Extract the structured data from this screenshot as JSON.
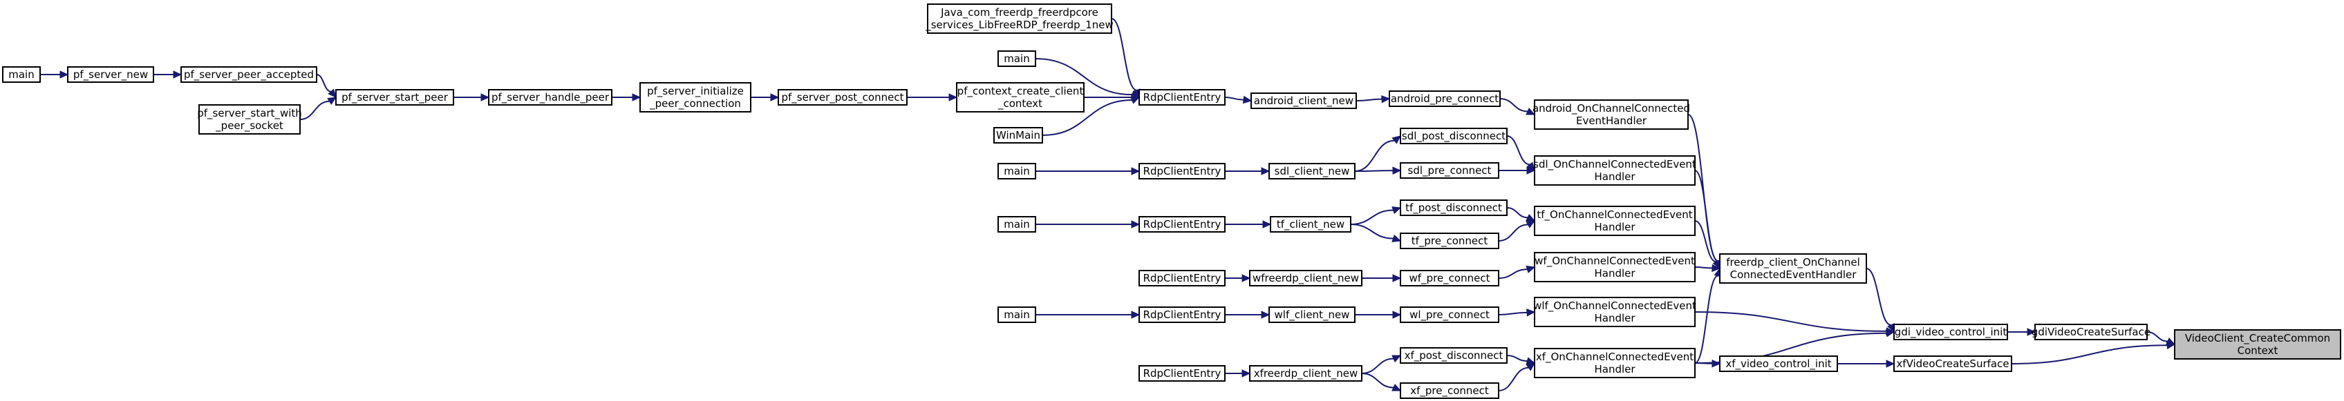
{
  "title": "",
  "nodes": [
    {
      "id": "main_1",
      "lines": [
        "main"
      ]
    },
    {
      "id": "pf_server_new",
      "lines": [
        "pf_server_new"
      ]
    },
    {
      "id": "pf_server_peer_accepted",
      "lines": [
        "pf_server_peer_accepted"
      ]
    },
    {
      "id": "pf_server_start_with_peer_socket",
      "lines": [
        "pf_server_start_with",
        "_peer_socket"
      ]
    },
    {
      "id": "pf_server_start_peer",
      "lines": [
        "pf_server_start_peer"
      ]
    },
    {
      "id": "pf_server_handle_peer",
      "lines": [
        "pf_server_handle_peer"
      ]
    },
    {
      "id": "pf_server_initialize_peer_connection",
      "lines": [
        "pf_server_initialize",
        "_peer_connection"
      ]
    },
    {
      "id": "pf_server_post_connect",
      "lines": [
        "pf_server_post_connect"
      ]
    },
    {
      "id": "jni_freerdp_new",
      "lines": [
        "Java_com_freerdp_freerdpcore",
        "_services_LibFreeRDP_freerdp_1new"
      ]
    },
    {
      "id": "main_2",
      "lines": [
        "main"
      ]
    },
    {
      "id": "pf_context_create_client_context",
      "lines": [
        "pf_context_create_client",
        "_context"
      ]
    },
    {
      "id": "WinMain",
      "lines": [
        "WinMain"
      ]
    },
    {
      "id": "RdpClientEntry_1",
      "lines": [
        "RdpClientEntry"
      ]
    },
    {
      "id": "android_client_new",
      "lines": [
        "android_client_new"
      ]
    },
    {
      "id": "android_pre_connect",
      "lines": [
        "android_pre_connect"
      ]
    },
    {
      "id": "android_OnChannelConnectedEventHandler",
      "lines": [
        "android_OnChannelConnected",
        "EventHandler"
      ]
    },
    {
      "id": "main_3",
      "lines": [
        "main"
      ]
    },
    {
      "id": "RdpClientEntry_2",
      "lines": [
        "RdpClientEntry"
      ]
    },
    {
      "id": "sdl_client_new",
      "lines": [
        "sdl_client_new"
      ]
    },
    {
      "id": "sdl_post_disconnect",
      "lines": [
        "sdl_post_disconnect"
      ]
    },
    {
      "id": "sdl_pre_connect",
      "lines": [
        "sdl_pre_connect"
      ]
    },
    {
      "id": "sdl_OnChannelConnectedEventHandler",
      "lines": [
        "sdl_OnChannelConnectedEvent",
        "Handler"
      ]
    },
    {
      "id": "main_4",
      "lines": [
        "main"
      ]
    },
    {
      "id": "RdpClientEntry_3",
      "lines": [
        "RdpClientEntry"
      ]
    },
    {
      "id": "tf_client_new",
      "lines": [
        "tf_client_new"
      ]
    },
    {
      "id": "tf_post_disconnect",
      "lines": [
        "tf_post_disconnect"
      ]
    },
    {
      "id": "tf_pre_connect",
      "lines": [
        "tf_pre_connect"
      ]
    },
    {
      "id": "tf_OnChannelConnectedEventHandler",
      "lines": [
        "tf_OnChannelConnectedEvent",
        "Handler"
      ]
    },
    {
      "id": "RdpClientEntry_4",
      "lines": [
        "RdpClientEntry"
      ]
    },
    {
      "id": "wfreerdp_client_new",
      "lines": [
        "wfreerdp_client_new"
      ]
    },
    {
      "id": "wf_pre_connect",
      "lines": [
        "wf_pre_connect"
      ]
    },
    {
      "id": "wf_OnChannelConnectedEventHandler",
      "lines": [
        "wf_OnChannelConnectedEvent",
        "Handler"
      ]
    },
    {
      "id": "freerdp_client_OnChannelConnectedEventHandler",
      "lines": [
        "freerdp_client_OnChannel",
        "ConnectedEventHandler"
      ]
    },
    {
      "id": "main_5",
      "lines": [
        "main"
      ]
    },
    {
      "id": "RdpClientEntry_5",
      "lines": [
        "RdpClientEntry"
      ]
    },
    {
      "id": "wlf_client_new",
      "lines": [
        "wlf_client_new"
      ]
    },
    {
      "id": "wl_pre_connect",
      "lines": [
        "wl_pre_connect"
      ]
    },
    {
      "id": "wlf_OnChannelConnectedEventHandler",
      "lines": [
        "wlf_OnChannelConnectedEvent",
        "Handler"
      ]
    },
    {
      "id": "gdi_video_control_init",
      "lines": [
        "gdi_video_control_init"
      ]
    },
    {
      "id": "gdiVideoCreateSurface",
      "lines": [
        "gdiVideoCreateSurface"
      ]
    },
    {
      "id": "VideoClient_CreateCommonContext",
      "lines": [
        "VideoClient_CreateCommon",
        "Context"
      ],
      "highlighted": true
    },
    {
      "id": "RdpClientEntry_6",
      "lines": [
        "RdpClientEntry"
      ]
    },
    {
      "id": "xfreerdp_client_new",
      "lines": [
        "xfreerdp_client_new"
      ]
    },
    {
      "id": "xf_post_disconnect",
      "lines": [
        "xf_post_disconnect"
      ]
    },
    {
      "id": "xf_pre_connect",
      "lines": [
        "xf_pre_connect"
      ]
    },
    {
      "id": "xf_OnChannelConnectedEventHandler",
      "lines": [
        "xf_OnChannelConnectedEvent",
        "Handler"
      ]
    },
    {
      "id": "xf_video_control_init",
      "lines": [
        "xf_video_control_init"
      ]
    },
    {
      "id": "xfVideoCreateSurface",
      "lines": [
        "xfVideoCreateSurface"
      ]
    }
  ],
  "edges": [
    {
      "from": "main_1",
      "to": "pf_server_new"
    },
    {
      "from": "pf_server_new",
      "to": "pf_server_peer_accepted"
    },
    {
      "from": "pf_server_peer_accepted",
      "to": "pf_server_start_peer"
    },
    {
      "from": "pf_server_start_with_peer_socket",
      "to": "pf_server_start_peer"
    },
    {
      "from": "pf_server_start_peer",
      "to": "pf_server_handle_peer"
    },
    {
      "from": "pf_server_handle_peer",
      "to": "pf_server_initialize_peer_connection"
    },
    {
      "from": "pf_server_initialize_peer_connection",
      "to": "pf_server_post_connect"
    },
    {
      "from": "pf_server_post_connect",
      "to": "pf_context_create_client_context"
    },
    {
      "from": "jni_freerdp_new",
      "to": "RdpClientEntry_1"
    },
    {
      "from": "main_2",
      "to": "RdpClientEntry_1"
    },
    {
      "from": "pf_context_create_client_context",
      "to": "RdpClientEntry_1"
    },
    {
      "from": "WinMain",
      "to": "RdpClientEntry_1"
    },
    {
      "from": "RdpClientEntry_1",
      "to": "android_client_new"
    },
    {
      "from": "android_client_new",
      "to": "android_pre_connect"
    },
    {
      "from": "android_pre_connect",
      "to": "android_OnChannelConnectedEventHandler"
    },
    {
      "from": "android_OnChannelConnectedEventHandler",
      "to": "freerdp_client_OnChannelConnectedEventHandler"
    },
    {
      "from": "main_3",
      "to": "RdpClientEntry_2"
    },
    {
      "from": "RdpClientEntry_2",
      "to": "sdl_client_new"
    },
    {
      "from": "sdl_client_new",
      "to": "sdl_post_disconnect"
    },
    {
      "from": "sdl_client_new",
      "to": "sdl_pre_connect"
    },
    {
      "from": "sdl_post_disconnect",
      "to": "sdl_OnChannelConnectedEventHandler"
    },
    {
      "from": "sdl_pre_connect",
      "to": "sdl_OnChannelConnectedEventHandler"
    },
    {
      "from": "sdl_OnChannelConnectedEventHandler",
      "to": "freerdp_client_OnChannelConnectedEventHandler"
    },
    {
      "from": "main_4",
      "to": "RdpClientEntry_3"
    },
    {
      "from": "RdpClientEntry_3",
      "to": "tf_client_new"
    },
    {
      "from": "tf_client_new",
      "to": "tf_post_disconnect"
    },
    {
      "from": "tf_client_new",
      "to": "tf_pre_connect"
    },
    {
      "from": "tf_post_disconnect",
      "to": "tf_OnChannelConnectedEventHandler"
    },
    {
      "from": "tf_pre_connect",
      "to": "tf_OnChannelConnectedEventHandler"
    },
    {
      "from": "tf_OnChannelConnectedEventHandler",
      "to": "freerdp_client_OnChannelConnectedEventHandler"
    },
    {
      "from": "RdpClientEntry_4",
      "to": "wfreerdp_client_new"
    },
    {
      "from": "wfreerdp_client_new",
      "to": "wf_pre_connect"
    },
    {
      "from": "wf_pre_connect",
      "to": "wf_OnChannelConnectedEventHandler"
    },
    {
      "from": "wf_OnChannelConnectedEventHandler",
      "to": "freerdp_client_OnChannelConnectedEventHandler"
    },
    {
      "from": "main_5",
      "to": "RdpClientEntry_5"
    },
    {
      "from": "RdpClientEntry_5",
      "to": "wlf_client_new"
    },
    {
      "from": "wlf_client_new",
      "to": "wl_pre_connect"
    },
    {
      "from": "wl_pre_connect",
      "to": "wlf_OnChannelConnectedEventHandler"
    },
    {
      "from": "wlf_OnChannelConnectedEventHandler",
      "to": "gdi_video_control_init"
    },
    {
      "from": "freerdp_client_OnChannelConnectedEventHandler",
      "to": "gdi_video_control_init"
    },
    {
      "from": "gdi_video_control_init",
      "to": "gdiVideoCreateSurface"
    },
    {
      "from": "gdiVideoCreateSurface",
      "to": "VideoClient_CreateCommonContext"
    },
    {
      "from": "RdpClientEntry_6",
      "to": "xfreerdp_client_new"
    },
    {
      "from": "xfreerdp_client_new",
      "to": "xf_post_disconnect"
    },
    {
      "from": "xfreerdp_client_new",
      "to": "xf_pre_connect"
    },
    {
      "from": "xf_post_disconnect",
      "to": "xf_OnChannelConnectedEventHandler"
    },
    {
      "from": "xf_pre_connect",
      "to": "xf_OnChannelConnectedEventHandler"
    },
    {
      "from": "xf_OnChannelConnectedEventHandler",
      "to": "freerdp_client_OnChannelConnectedEventHandler"
    },
    {
      "from": "xf_OnChannelConnectedEventHandler",
      "to": "gdi_video_control_init"
    },
    {
      "from": "xf_OnChannelConnectedEventHandler",
      "to": "xf_video_control_init"
    },
    {
      "from": "xf_video_control_init",
      "to": "xfVideoCreateSurface"
    },
    {
      "from": "xfVideoCreateSurface",
      "to": "VideoClient_CreateCommonContext"
    }
  ]
}
